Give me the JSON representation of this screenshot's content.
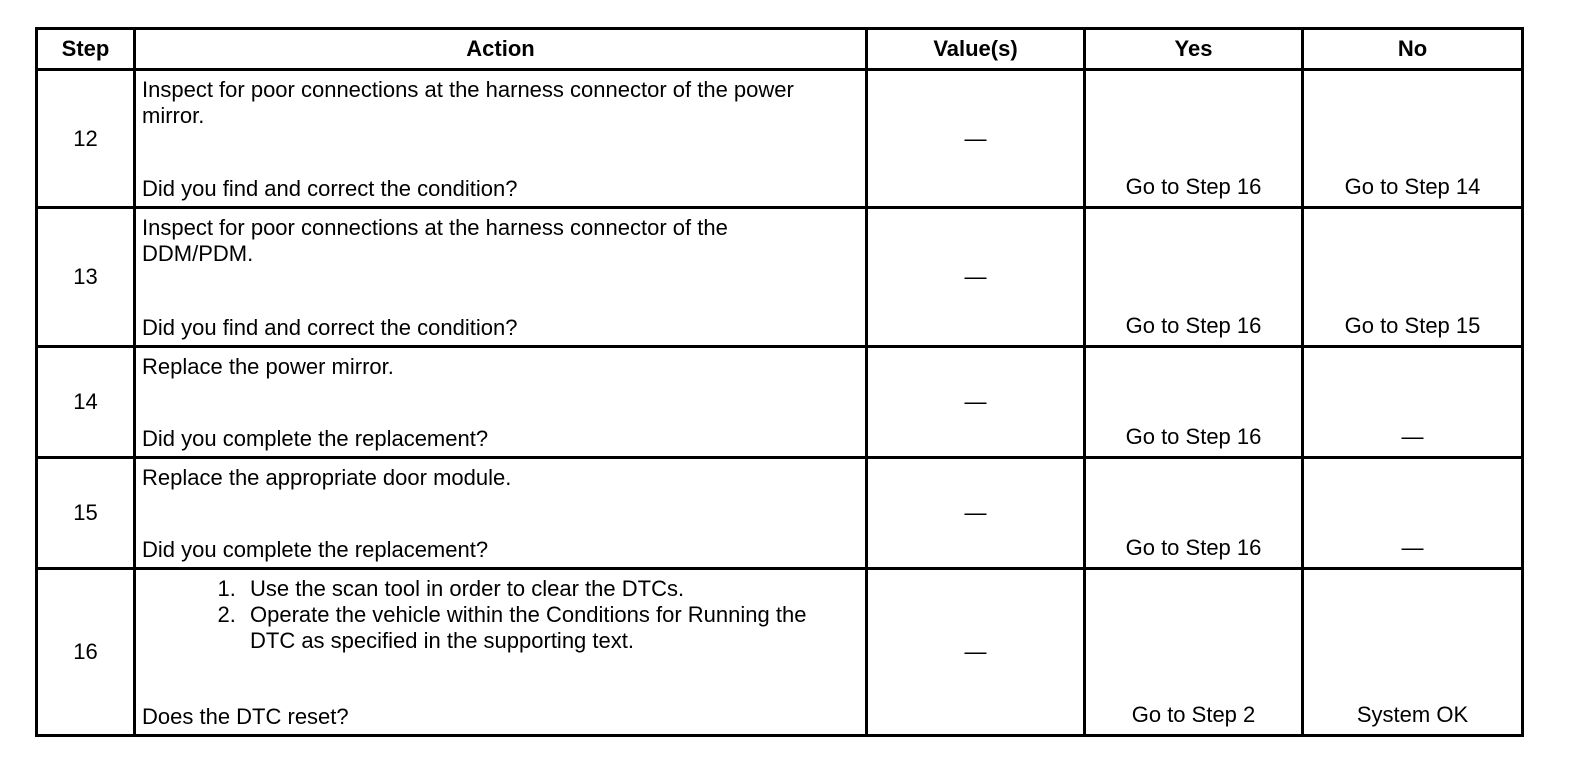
{
  "table": {
    "headers": {
      "step": "Step",
      "action": "Action",
      "values": "Value(s)",
      "yes": "Yes",
      "no": "No"
    },
    "rows": [
      {
        "step": "12",
        "action_text": "Inspect for poor connections at the harness connector of the power mirror.",
        "question": "Did you find and correct the condition?",
        "value": "—",
        "yes": "Go to Step 16",
        "no": "Go to Step 14"
      },
      {
        "step": "13",
        "action_text": "Inspect for poor connections at the harness connector of the DDM/PDM.",
        "question": "Did you find and correct the condition?",
        "value": "—",
        "yes": "Go to Step 16",
        "no": "Go to Step 15"
      },
      {
        "step": "14",
        "action_text": "Replace the power mirror.",
        "question": "Did you complete the replacement?",
        "value": "—",
        "yes": "Go to Step 16",
        "no": "—"
      },
      {
        "step": "15",
        "action_text": "Replace the appropriate door module.",
        "question": "Did you complete the replacement?",
        "value": "—",
        "yes": "Go to Step 16",
        "no": "—"
      },
      {
        "step": "16",
        "list": [
          "Use the scan tool in order to clear the DTCs.",
          "Operate the vehicle within the Conditions for Running the DTC as specified in the supporting text."
        ],
        "question": "Does the DTC reset?",
        "value": "—",
        "yes": "Go to Step 2",
        "no": "System OK"
      }
    ]
  }
}
